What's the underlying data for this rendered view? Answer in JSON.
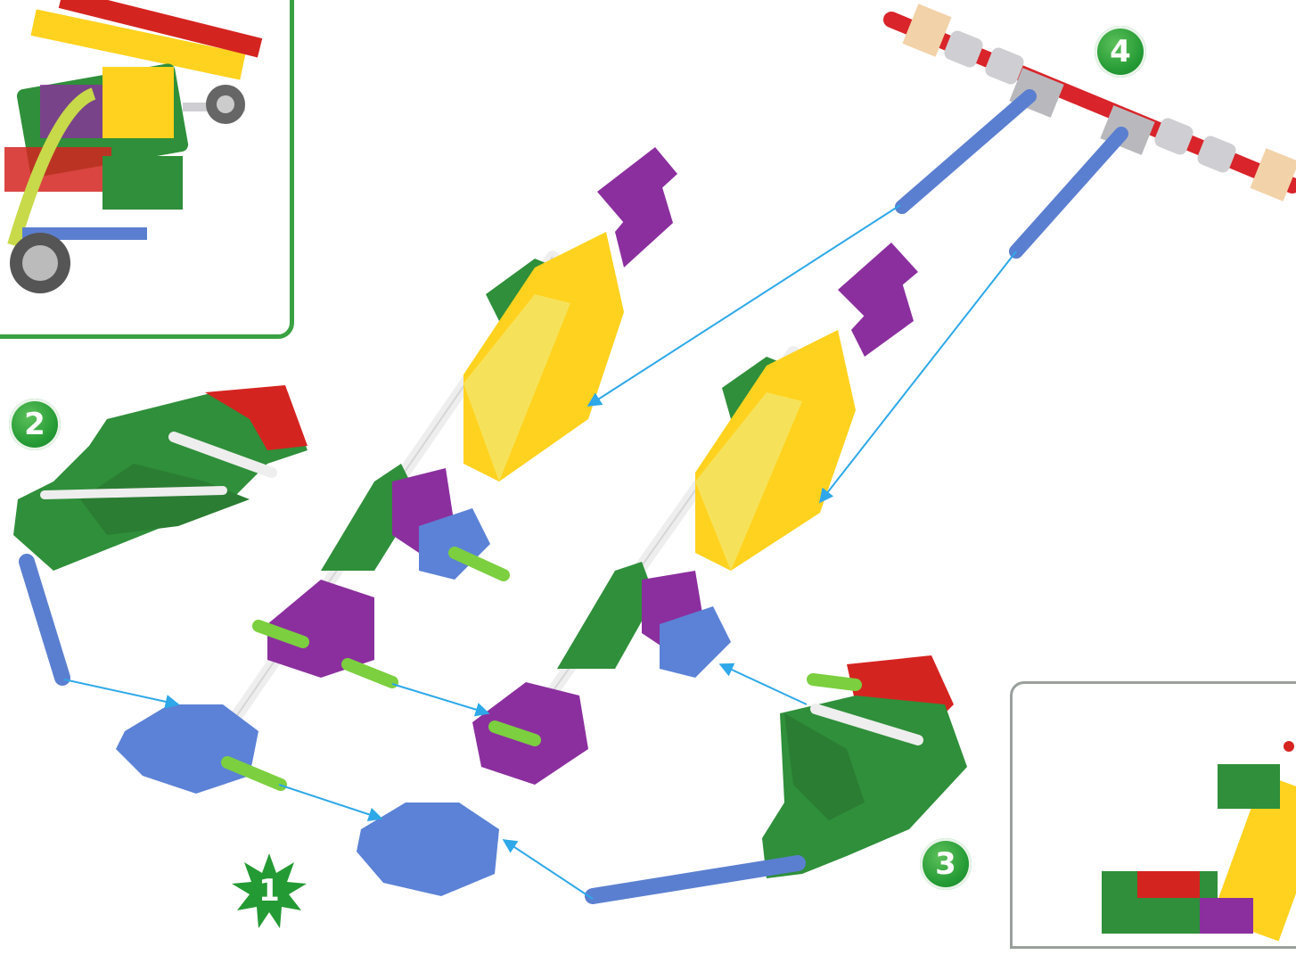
{
  "steps": [
    {
      "number": "1",
      "marker": "star"
    },
    {
      "number": "2",
      "marker": "circle"
    },
    {
      "number": "3",
      "marker": "circle"
    },
    {
      "number": "4",
      "marker": "circle"
    }
  ],
  "colors": {
    "connector_green": "#2f8f3a",
    "connector_light_green": "#7ccf3f",
    "connector_yellow": "#ffd21f",
    "connector_purple": "#8b2f9e",
    "connector_blue": "#5b82d6",
    "connector_red": "#d42420",
    "rod_white": "#eeeeee",
    "rod_blue": "#5b7fd0",
    "rod_red": "#d8242a",
    "spacer_gray": "#cfcfd3",
    "arrow_blue": "#2ea8e8",
    "frame_green": "#3aa142",
    "frame_gray": "#9aa09c"
  }
}
